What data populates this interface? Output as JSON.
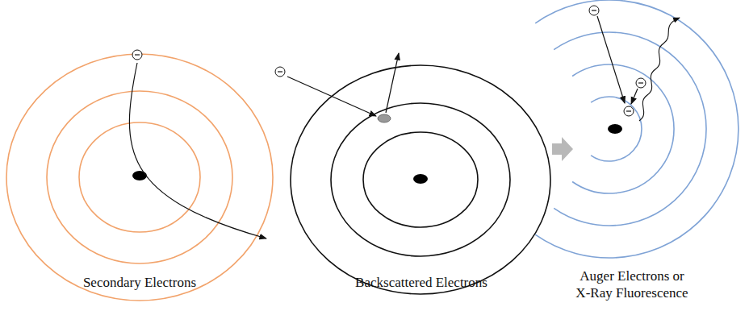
{
  "diagram": {
    "labels": [
      "Secondary Electrons",
      "Backscattered Electrons",
      "Auger Electrons or X-Ray Fluorescence"
    ]
  }
}
